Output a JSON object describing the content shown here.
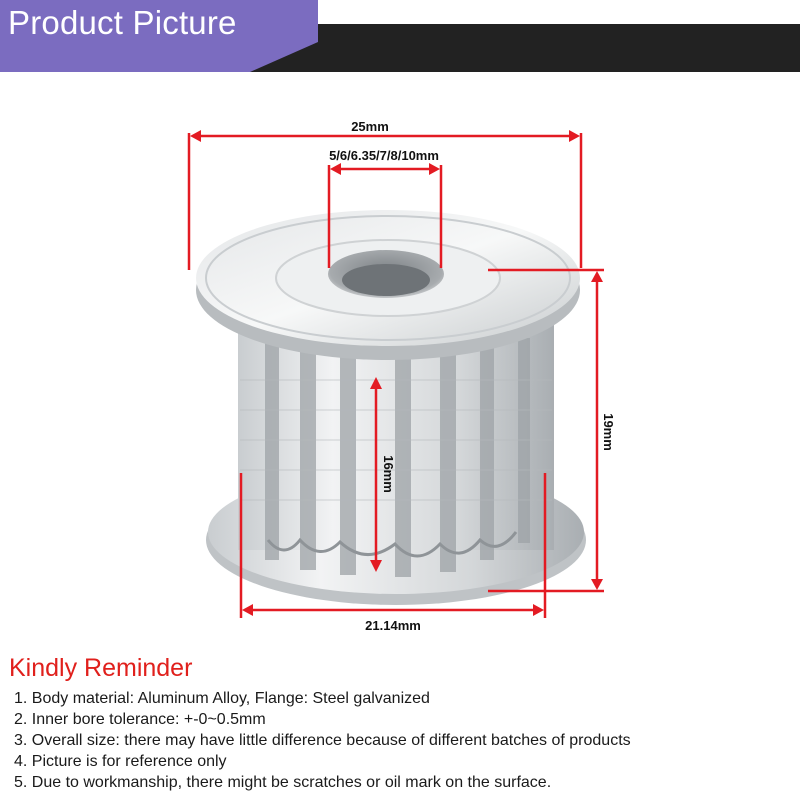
{
  "header": {
    "title": "Product Picture",
    "title_bg_color": "#7b6cc0",
    "bar_color": "#222222"
  },
  "product": {
    "image_name": "aluminum-timing-pulley-with-flanges",
    "dimensions": {
      "flange_diameter": "25mm",
      "bore_options": "5/6/6.35/7/8/10mm",
      "overall_height": "19mm",
      "tooth_width": "16mm",
      "bottom_diameter": "21.14mm"
    },
    "dimension_line_color": "#e31b23"
  },
  "reminder": {
    "title": "Kindly Reminder",
    "title_color": "#e0201c",
    "items": [
      "1. Body material: Aluminum Alloy, Flange: Steel galvanized",
      "2. Inner bore tolerance: +-0~0.5mm",
      "3. Overall size: there may have little difference because of different batches of products",
      "4. Picture is for reference only",
      "5. Due to workmanship, there might be scratches or oil mark on the surface."
    ]
  }
}
